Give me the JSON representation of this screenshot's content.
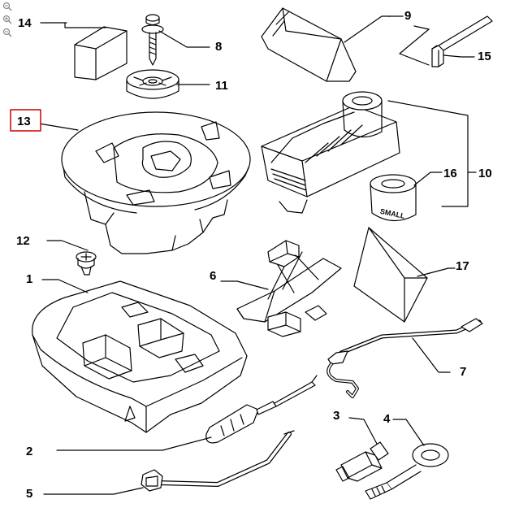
{
  "diagram": {
    "callouts": {
      "c1": "1",
      "c2": "2",
      "c3": "3",
      "c4": "4",
      "c5": "5",
      "c6": "6",
      "c7": "7",
      "c8": "8",
      "c9": "9",
      "c10": "10",
      "c11": "11",
      "c12": "12",
      "c13": "13",
      "c14": "14",
      "c15": "15",
      "c16": "16",
      "c17": "17"
    },
    "compressor_bottle_label": "SMALL",
    "highlighted_callout": "13",
    "highlight_color": "#cc0000"
  },
  "zoom_controls": [
    "home-icon",
    "zoom-in-icon",
    "zoom-out-icon"
  ]
}
